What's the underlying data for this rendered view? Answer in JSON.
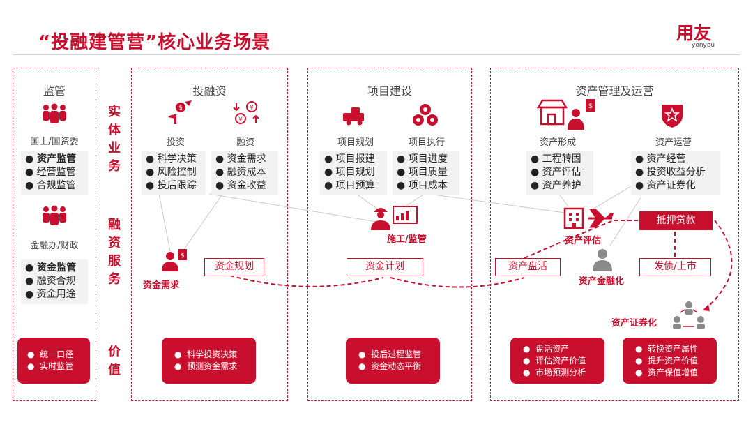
{
  "header": {
    "title": "“投融建管营”核心业务场景",
    "logo_cn": "用友",
    "logo_en": "yonyou"
  },
  "colors": {
    "accent": "#c8102e",
    "gray": "#f2f2f2"
  },
  "side_labels": {
    "entity": "实体业务",
    "finance": "融资服务",
    "value": "价值"
  },
  "regulator": {
    "title": "监管",
    "group1": {
      "label": "国土/国资委",
      "items": [
        "● 资产监管",
        "● 经营监管",
        "● 合规监管"
      ]
    },
    "group2": {
      "label": "金融办/财政",
      "items": [
        "● 资金监管",
        "● 融资合规",
        "● 资金用途"
      ]
    },
    "value": [
      "统一口径",
      "实时监管"
    ]
  },
  "investment": {
    "title": "投融资",
    "invest": {
      "label": "投资",
      "items": [
        "● 科学决策",
        "● 风险控制",
        "● 投后跟踪"
      ]
    },
    "finance": {
      "label": "融资",
      "items": [
        "● 资金需求",
        "● 融资成本",
        "● 资金收益"
      ]
    },
    "fund_demand": "资金需求",
    "fund_plan": "资金规划",
    "value": [
      "科学投资决策",
      "预测资金需求"
    ]
  },
  "construction": {
    "title": "项目建设",
    "planning": {
      "label": "项目规划",
      "items": [
        "● 项目报建",
        "● 项目规划",
        "● 项目预算"
      ]
    },
    "execution": {
      "label": "项目执行",
      "items": [
        "● 项目进度",
        "● 项目质量",
        "● 项目成本"
      ]
    },
    "supervision": "施工/监管",
    "fund_schedule": "资金计划",
    "value": [
      "投后过程监管",
      "资金动态平衡"
    ]
  },
  "assets": {
    "title": "资产管理及运营",
    "formation": {
      "label": "资产形成",
      "items": [
        "● 工程转固",
        "● 资产评估",
        "● 资产养护"
      ]
    },
    "operation": {
      "label": "资产运营",
      "items": [
        "● 资产经营",
        "● 投资收益分析",
        "● 资产证券化"
      ]
    },
    "evaluation": "资产评估",
    "mortgage": "抵押贷款",
    "revitalize": "资产盘活",
    "financialize": "资产金融化",
    "bond": "发债/上市",
    "securitize": "资产证券化",
    "value1": [
      "盘活资产",
      "评估资产价值",
      "市场预测分析"
    ],
    "value2": [
      "转换资产属性",
      "提升资产价值",
      "资产保值增值"
    ]
  },
  "icons": [
    "people-group-icon",
    "coins-icon",
    "currency-exchange-icon",
    "truck-icon",
    "gears-icon",
    "store-icon",
    "shield-star-icon",
    "worker-icon",
    "building-icon",
    "airplane-icon",
    "person-icon",
    "network-icon"
  ]
}
